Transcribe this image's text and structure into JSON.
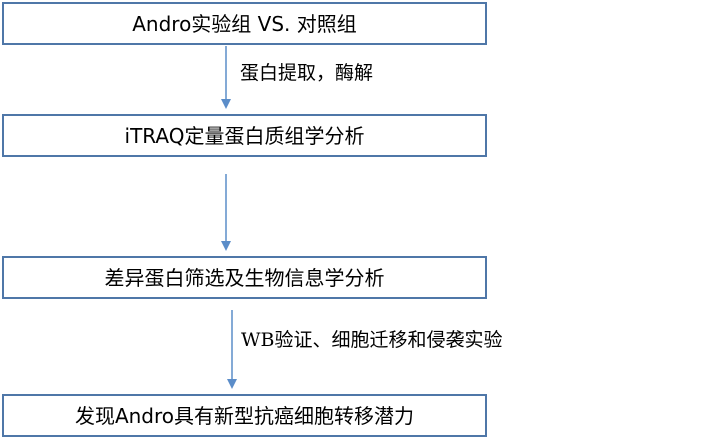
{
  "flow": {
    "steps": [
      {
        "label": "Andro实验组  VS. 对照组"
      },
      {
        "label": "iTRAQ定量蛋白质组学分析"
      },
      {
        "label": "差异蛋白筛选及生物信息学分析"
      },
      {
        "label": "发现Andro具有新型抗癌细胞转移潜力"
      }
    ],
    "arrow_labels": [
      "蛋白提取，酶解",
      "WB验证、细胞迁移和侵袭实验"
    ]
  },
  "colors": {
    "border": "#4f77a8",
    "arrow": "#5b8dc9"
  }
}
